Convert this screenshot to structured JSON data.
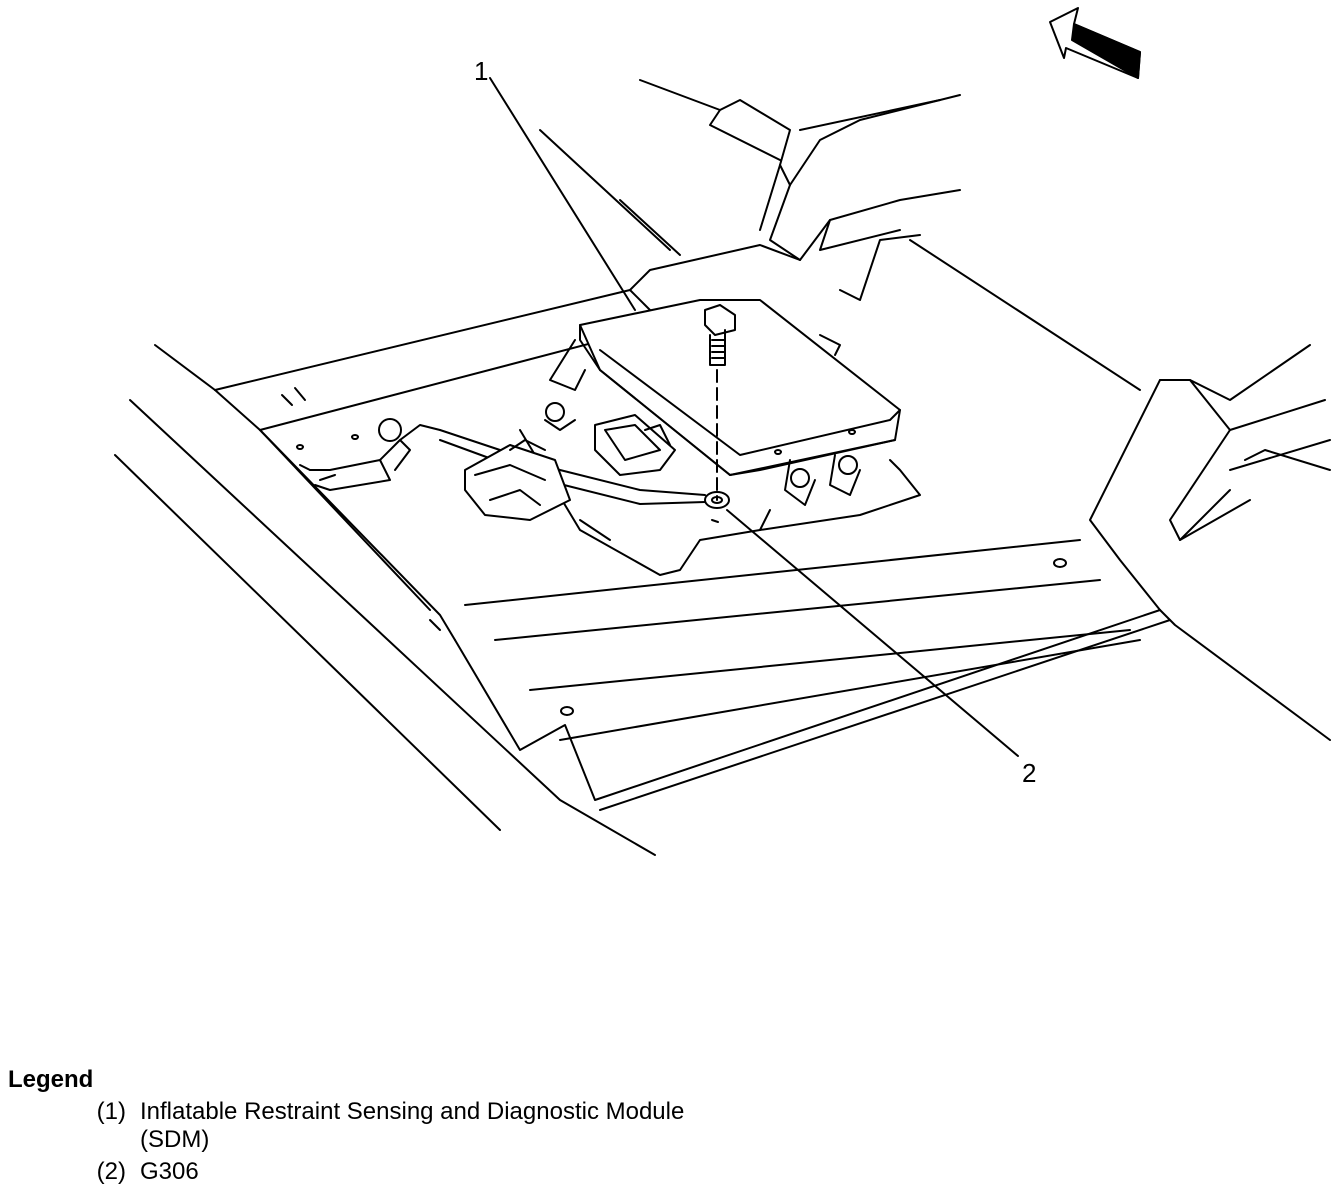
{
  "diagram": {
    "callouts": [
      {
        "id": "1",
        "label": "1"
      },
      {
        "id": "2",
        "label": "2"
      }
    ]
  },
  "legend": {
    "title": "Legend",
    "items": [
      {
        "num": "(1)",
        "text": "Inflatable Restraint Sensing and Diagnostic Module (SDM)"
      },
      {
        "num": "(2)",
        "text": "G306"
      }
    ]
  }
}
